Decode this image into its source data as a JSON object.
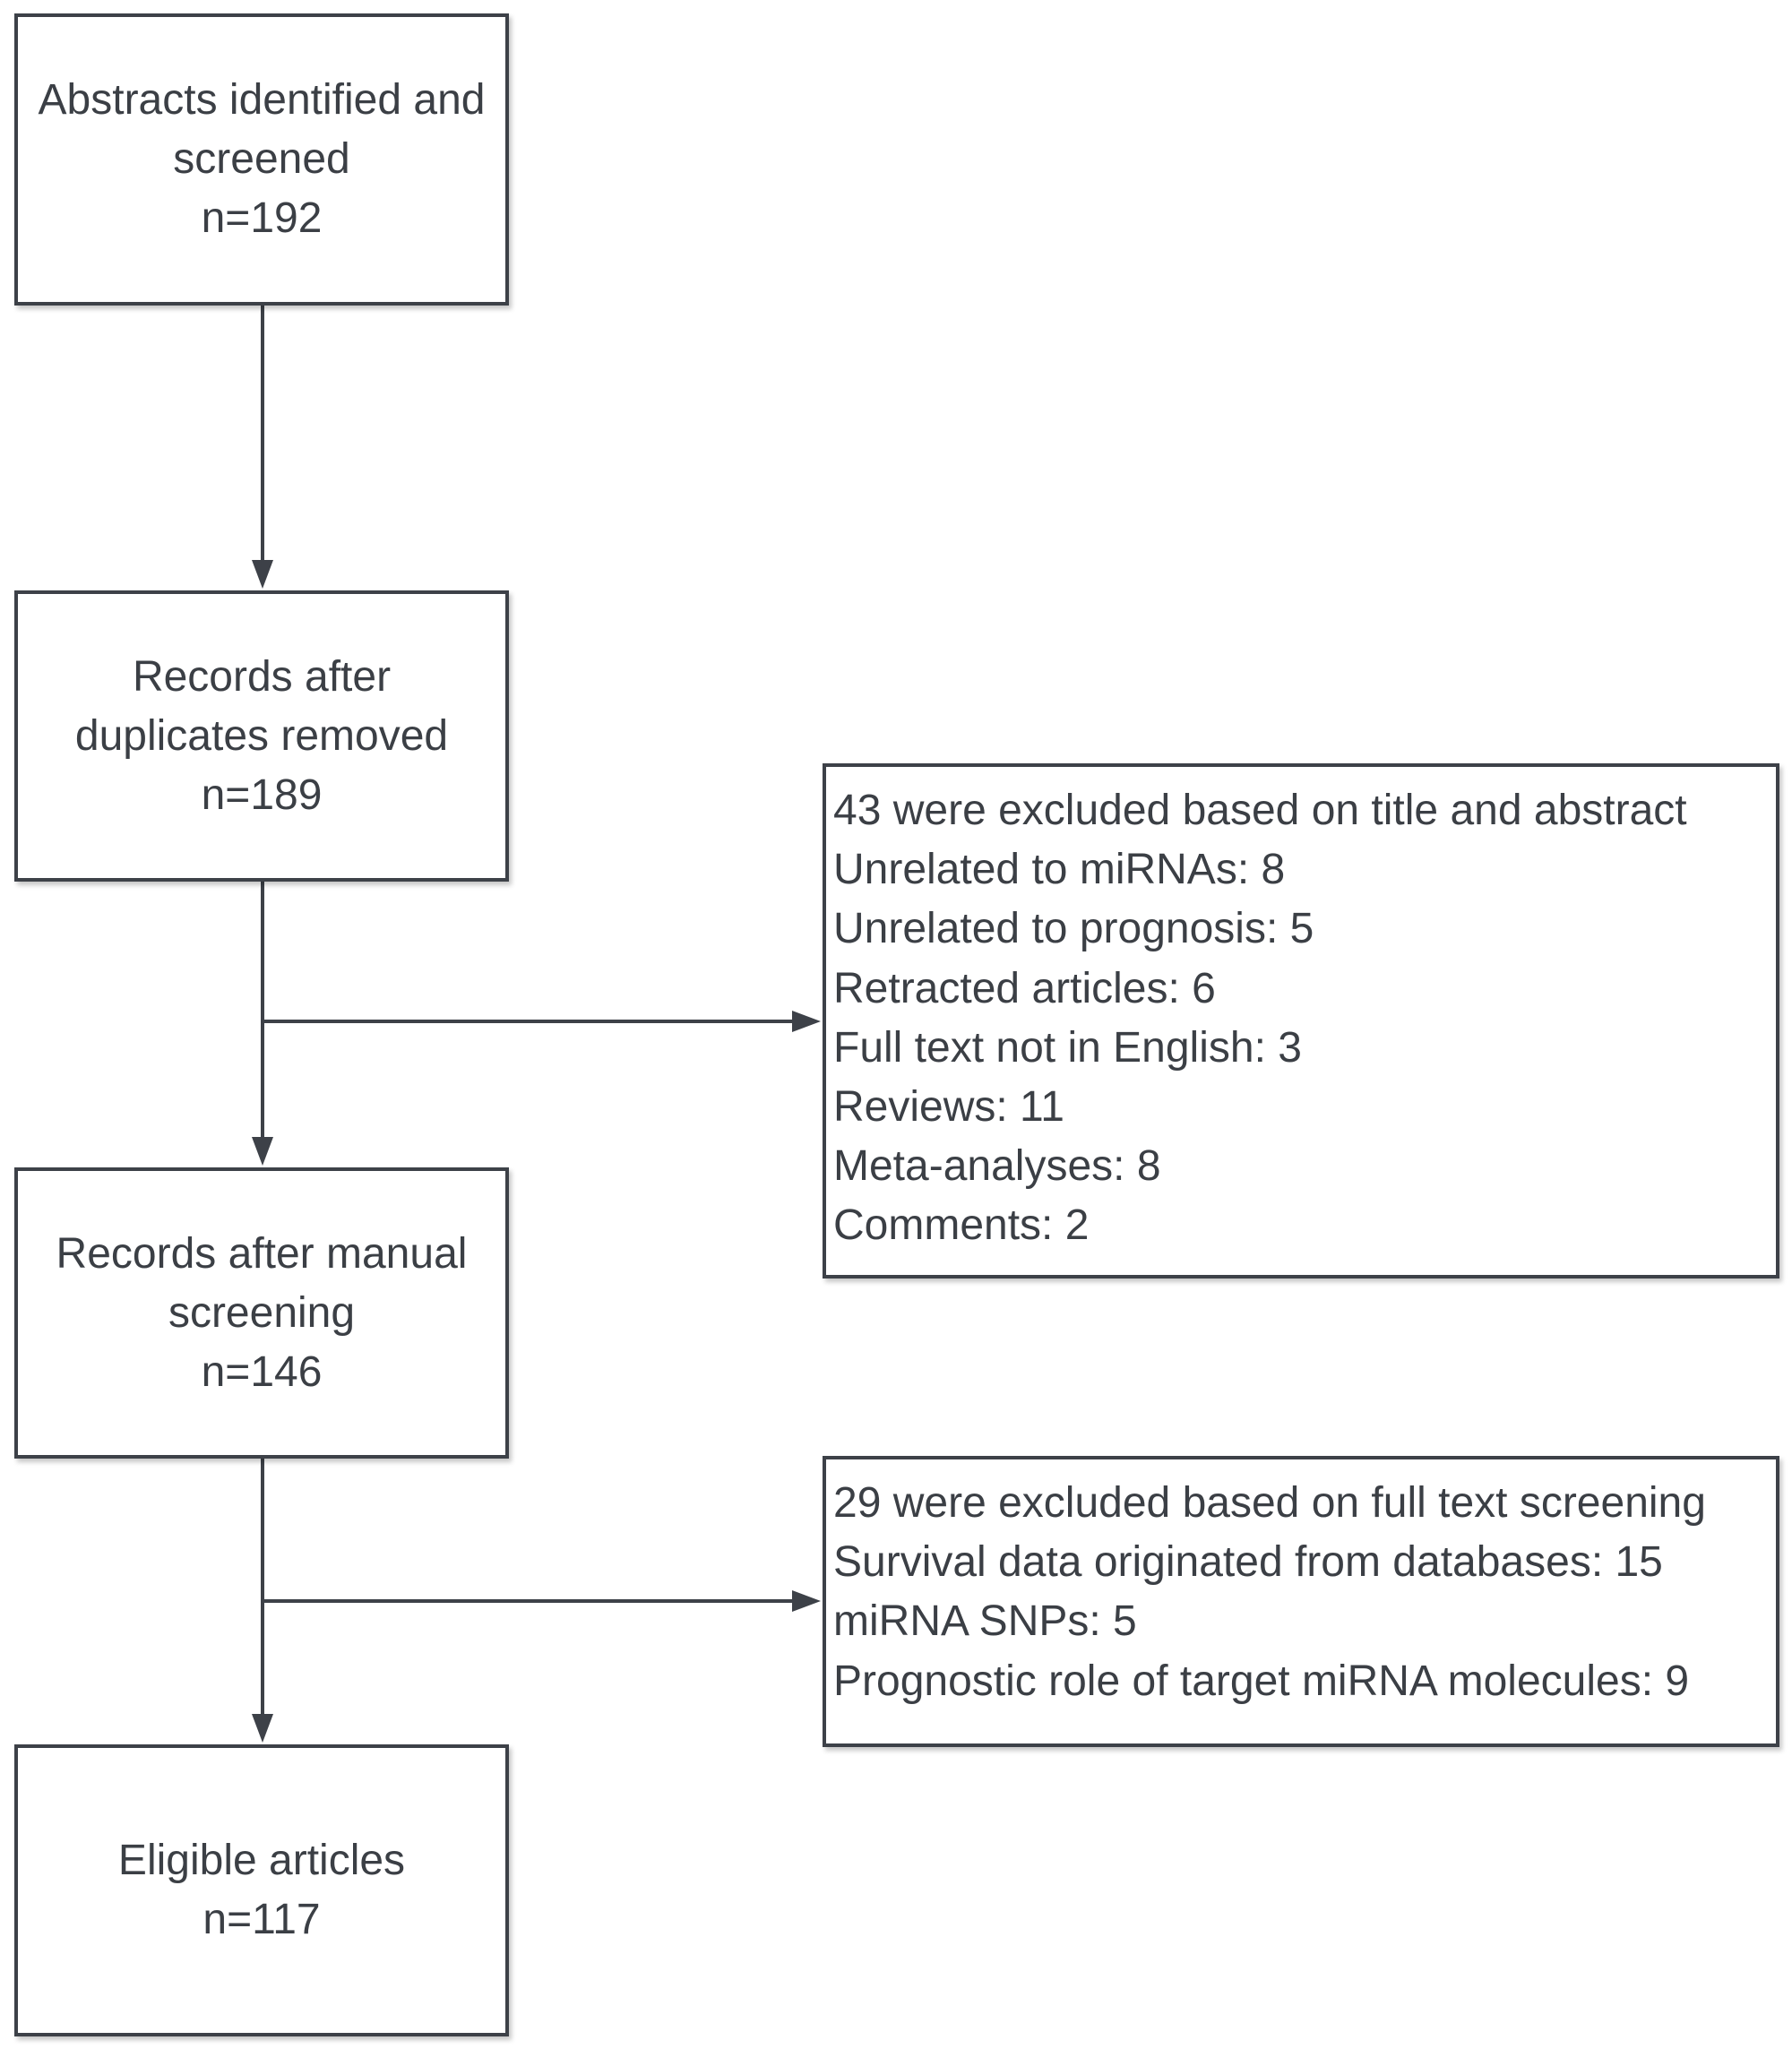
{
  "flow": {
    "abstracts": [
      "Abstracts identified and",
      "screened",
      "n=192"
    ],
    "duplicates": [
      "Records after",
      "duplicates removed",
      "n=189"
    ],
    "manual": [
      "Records after manual",
      "screening",
      "n=146"
    ],
    "eligible": [
      "Eligible articles",
      "n=117"
    ]
  },
  "exclusions": {
    "title_abstract": [
      "43 were excluded based on title and abstract",
      "Unrelated to miRNAs: 8",
      "Unrelated to prognosis: 5",
      "Retracted articles: 6",
      "Full text not in English: 3",
      "Reviews: 11",
      "Meta-analyses: 8",
      "Comments: 2"
    ],
    "full_text": [
      "29 were excluded based on full text screening",
      "Survival data originated from databases: 15",
      "miRNA SNPs: 5",
      "Prognostic role of target miRNA molecules: 9"
    ]
  },
  "colors": {
    "stroke": "#3d4148",
    "text": "#3b3f45"
  }
}
